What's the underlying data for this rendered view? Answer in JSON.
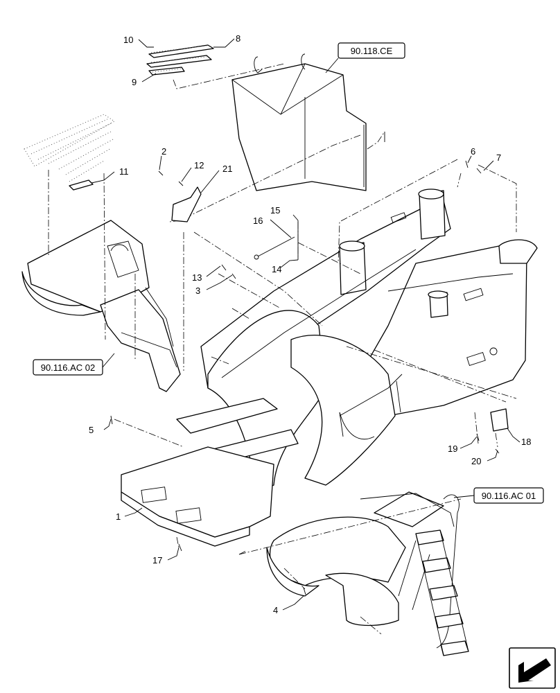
{
  "references": {
    "ref_90118ce": "90.118.CE",
    "ref_90116ac02": "90.116.AC 02",
    "ref_90116ac01": "90.116.AC 01"
  },
  "callouts": {
    "c1": "1",
    "c2": "2",
    "c3": "3",
    "c4": "4",
    "c5": "5",
    "c6": "6",
    "c7": "7",
    "c8": "8",
    "c9": "9",
    "c10": "10",
    "c11": "11",
    "c12": "12",
    "c13": "13",
    "c14": "14",
    "c15": "15",
    "c16": "16",
    "c17": "17",
    "c18": "18",
    "c19": "19",
    "c20": "20",
    "c21": "21"
  },
  "nav": {
    "icon": "arrow-icon"
  }
}
